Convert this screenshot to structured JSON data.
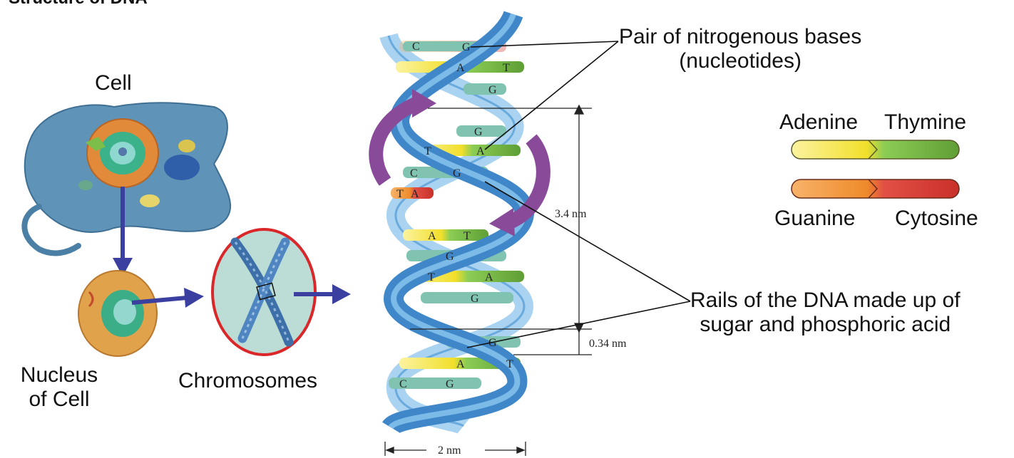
{
  "title": "Structure of DNA",
  "labels": {
    "cell": "Cell",
    "nucleus": "Nucleus\nof Cell",
    "chromosomes": "Chromosomes",
    "pair_bases": "Pair of nitrogenous bases\n(nucleotides)",
    "rails": "Rails of the DNA made up of\nsugar and phosphoric acid",
    "adenine": "Adenine",
    "thymine": "Thymine",
    "guanine": "Guanine",
    "cytosine": "Cytosine"
  },
  "measurements": {
    "pitch": "3.4 nm",
    "base_spacing": "0.34 nm",
    "width": "2 nm"
  },
  "base_letters": {
    "g": "G",
    "c": "C",
    "a": "A",
    "t": "T"
  },
  "colors": {
    "adenine": "#f2df2b",
    "thymine": "#7fbf4a",
    "guanine": "#ee8a2a",
    "cytosine": "#d9403a",
    "strand": "#3f87c9",
    "strand_light": "#a9d3f0",
    "arrow": "#3a3fa0",
    "purple_arrow": "#8a4a9a"
  }
}
